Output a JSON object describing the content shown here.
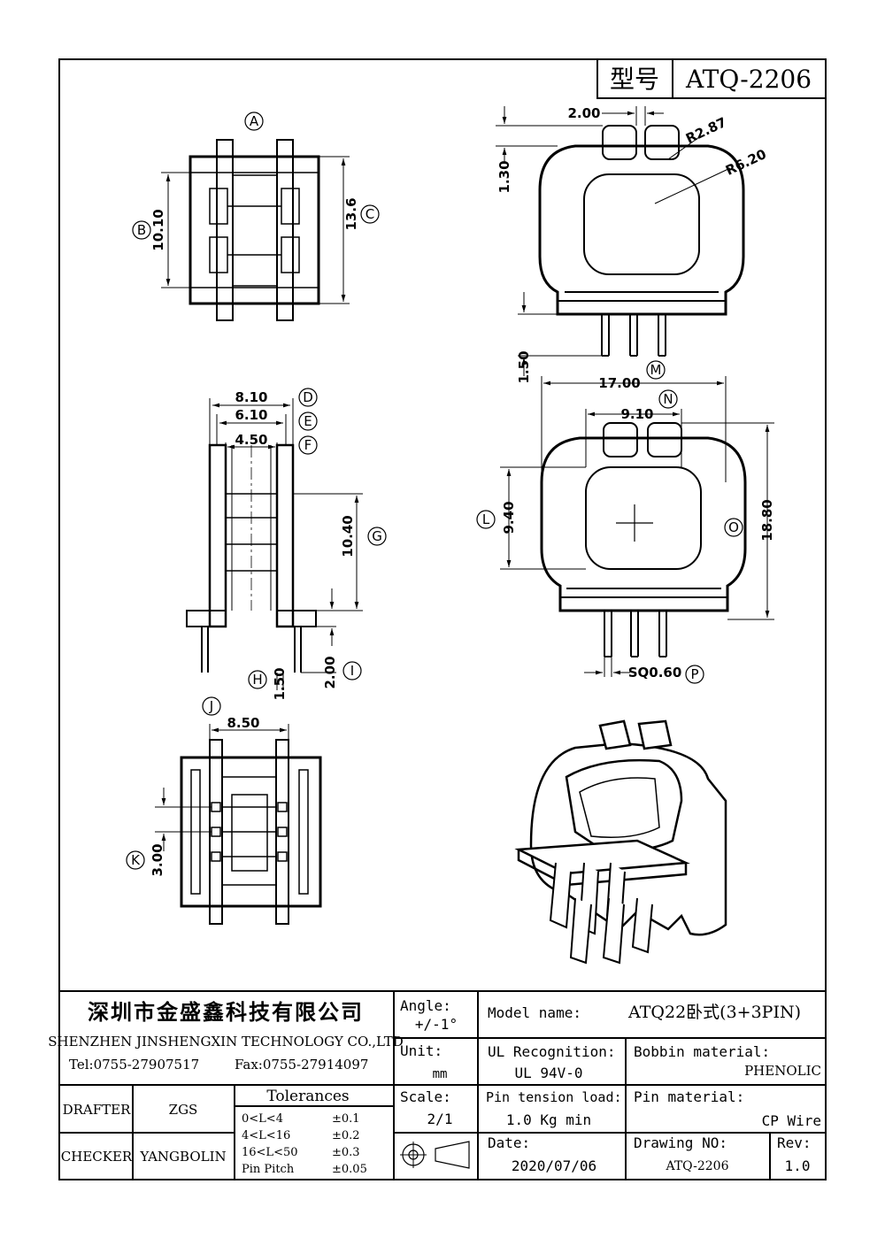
{
  "header": {
    "type_label": "型号",
    "part_no": "ATQ-2206"
  },
  "views": {
    "top": {
      "label": "A",
      "dims": {
        "b": "10.10",
        "c": "13.6"
      },
      "labels": {
        "b": "B",
        "c": "C"
      }
    },
    "front": {
      "dims": {
        "slot": "2.00",
        "r1": "R2.87",
        "r2": "R6.20",
        "h1": "1.30",
        "h2": "1.50"
      }
    },
    "side": {
      "dims": {
        "d": "8.10",
        "e": "6.10",
        "f": "4.50",
        "g": "10.40",
        "h": "1.50",
        "i": "2.00"
      },
      "labels": {
        "d": "D",
        "e": "E",
        "f": "F",
        "g": "G",
        "h": "H",
        "i": "I"
      }
    },
    "front2": {
      "dims": {
        "m": "17.00",
        "n": "9.10",
        "l": "9.40",
        "o": "18.80",
        "p": "SQ0.60"
      },
      "labels": {
        "m": "M",
        "n": "N",
        "l": "L",
        "o": "O",
        "p": "P"
      }
    },
    "bottom": {
      "dims": {
        "j": "8.50",
        "k": "3.00"
      },
      "labels": {
        "j": "J",
        "k": "K"
      }
    }
  },
  "title_block": {
    "company_cn": "深圳市金盛鑫科技有限公司",
    "company_en": "SHENZHEN JINSHENGXIN TECHNOLOGY CO.,LTD",
    "tel": "Tel:0755-27907517",
    "fax": "Fax:0755-27914097",
    "angle_label": "Angle:",
    "angle_value": "+/-1°",
    "unit_label": "Unit:",
    "unit_value": "mm",
    "scale_label": "Scale:",
    "scale_value": "2/1",
    "model_label": "Model name:",
    "model_value": "ATQ22卧式(3+3PIN)",
    "ul_label": "UL Recognition:",
    "ul_value": "UL 94V-0",
    "bobbin_label": "Bobbin material:",
    "bobbin_value": "PHENOLIC",
    "pin_tension_label": "Pin tension load:",
    "pin_tension_value": "1.0 Kg min",
    "pin_material_label": "Pin material:",
    "pin_material_value": "CP Wire",
    "date_label": "Date:",
    "date_value": "2020/07/06",
    "drawing_label": "Drawing NO:",
    "drawing_value": "ATQ-2206",
    "rev_label": "Rev:",
    "rev_value": "1.0",
    "drafter_label": "DRAFTER",
    "drafter_value": "ZGS",
    "checker_label": "CHECKER",
    "checker_value": "YANGBOLIN",
    "tolerances_title": "Tolerances",
    "tolerances": [
      {
        "range": "0<L<4",
        "value": "±0.1"
      },
      {
        "range": "4<L<16",
        "value": "±0.2"
      },
      {
        "range": "16<L<50",
        "value": "±0.3"
      },
      {
        "range": "Pin Pitch",
        "value": "±0.05"
      }
    ]
  }
}
